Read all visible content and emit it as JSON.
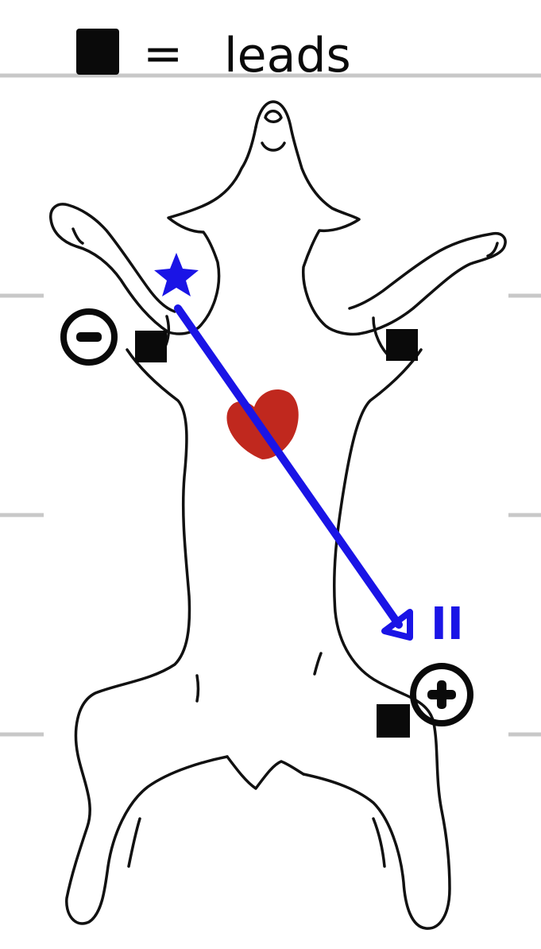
{
  "legend": {
    "equals": "=",
    "label": "leads"
  },
  "leads": {
    "negative_symbol": "−",
    "positive_symbol": "+",
    "vector_label": "II"
  },
  "colors": {
    "ink": "#0a0a0a",
    "vector": "#1a14e6",
    "heart": "#c0281e",
    "rule_line": "#c8c8c8",
    "background": "#ffffff"
  },
  "icons": {
    "start": "star-icon",
    "heart": "heart-icon",
    "lead": "square-electrode"
  }
}
